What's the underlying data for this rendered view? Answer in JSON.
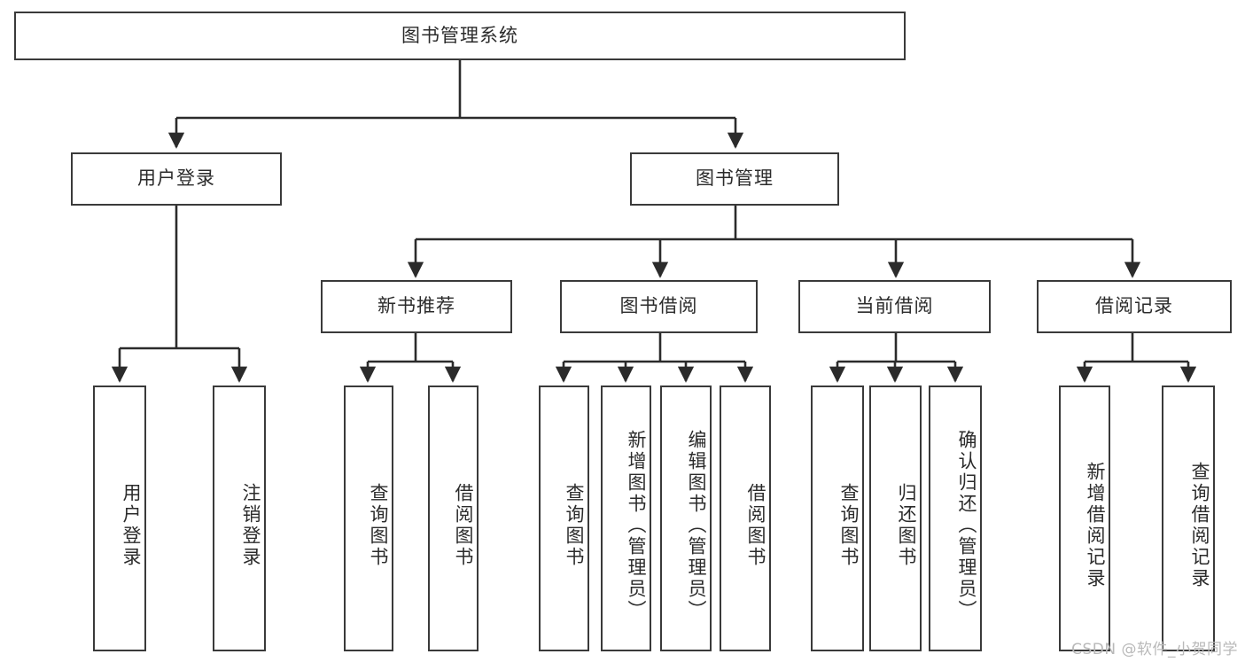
{
  "diagram": {
    "title": "图书管理系统",
    "type": "tree",
    "watermark": "CSDN @软件_小贺同学",
    "colors": {
      "background": "#ffffff",
      "border": "#3a3a3a",
      "text": "#2b2b2b",
      "connector": "#2b2b2b",
      "watermark": "#b9b9b9"
    }
  },
  "nodes": {
    "root": {
      "label": "图书管理系统",
      "level": 1
    },
    "level2": [
      {
        "id": "user-login",
        "label": "用户登录"
      },
      {
        "id": "book-management",
        "label": "图书管理"
      }
    ],
    "level3": [
      {
        "id": "new-book-recommend",
        "label": "新书推荐",
        "parent": "book-management"
      },
      {
        "id": "book-borrow",
        "label": "图书借阅",
        "parent": "book-management"
      },
      {
        "id": "current-borrow",
        "label": "当前借阅",
        "parent": "book-management"
      },
      {
        "id": "borrow-record",
        "label": "借阅记录",
        "parent": "book-management"
      }
    ],
    "leaves": [
      {
        "id": "leaf-user-login",
        "label": "用户登录",
        "parent": "user-login"
      },
      {
        "id": "leaf-user-logout",
        "label": "注销登录",
        "parent": "user-login"
      },
      {
        "id": "leaf-query-book-1",
        "label": "查询图书",
        "parent": "new-book-recommend"
      },
      {
        "id": "leaf-borrow-book-1",
        "label": "借阅图书",
        "parent": "new-book-recommend"
      },
      {
        "id": "leaf-query-book-2",
        "label": "查询图书",
        "parent": "book-borrow"
      },
      {
        "id": "leaf-add-book",
        "label": "新增图书（管理员）",
        "parent": "book-borrow"
      },
      {
        "id": "leaf-edit-book",
        "label": "编辑图书（管理员）",
        "parent": "book-borrow"
      },
      {
        "id": "leaf-borrow-book-2",
        "label": "借阅图书",
        "parent": "book-borrow"
      },
      {
        "id": "leaf-query-book-3",
        "label": "查询图书",
        "parent": "current-borrow"
      },
      {
        "id": "leaf-return-book",
        "label": "归还图书",
        "parent": "current-borrow"
      },
      {
        "id": "leaf-confirm-return",
        "label": "确认归还（管理员）",
        "parent": "current-borrow"
      },
      {
        "id": "leaf-add-record",
        "label": "新增借阅记录",
        "parent": "borrow-record"
      },
      {
        "id": "leaf-query-record",
        "label": "查询借阅记录",
        "parent": "borrow-record"
      }
    ]
  }
}
